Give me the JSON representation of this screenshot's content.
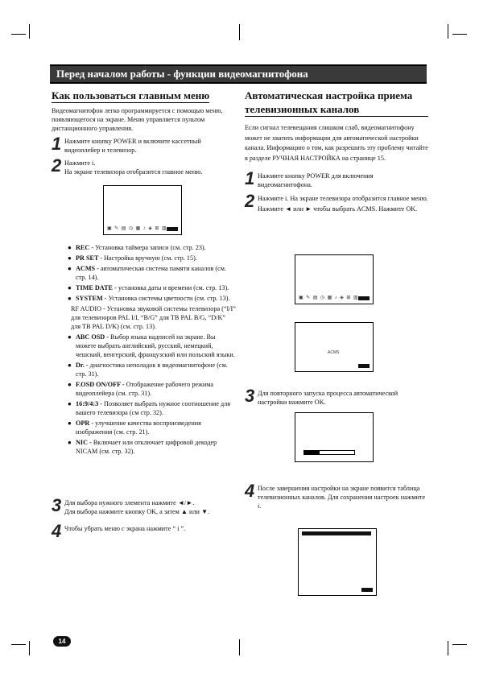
{
  "header": {
    "title": "Перед началом работы - функции видеомагнитофона"
  },
  "left": {
    "heading": "Как пользоваться главным меню",
    "intro": "Видеомагнитофон легко программируется с помощью меню, появляющегося на экране. Меню управляется пультом дистанционного управления.",
    "step1": "Нажмите кнопку POWER и включите кассетный видеоплейер и телевизор.",
    "step2a": "Нажмите i.",
    "step2b": "На экране телевизора отобразится главное меню.",
    "items": [
      {
        "k": "REC -",
        "v": "Установка таймера записи (см. стр. 23)."
      },
      {
        "k": "PR SET -",
        "v": "Настройка вручную (см. стр. 15)."
      },
      {
        "k": "ACMS -",
        "v": "автоматическая система памяти каналов (см. стр. 14)."
      },
      {
        "k": "TIME DATE -",
        "v": "установка даты и времени (см. стр. 13)."
      },
      {
        "k": "SYSTEM -",
        "v": "Установка системы цветности (см. стр. 13)."
      }
    ],
    "rf": "RF AUDIO - Установка звуковой системы телевизора (“I/I” для телевизоров PAL I/I, “B/G” для ТВ PAL B/G, “D/K” для ТВ PAL D/K) (см. стр. 13).",
    "items2": [
      {
        "k": "ABC OSD -",
        "v": "Выбор языка надписей на экране. Вы можете выбрать английский, русский, немецкий, чешский, венгерский, французский или польский языки."
      },
      {
        "k": "Dr. -",
        "v": "диагностика неполадок в видеомагнитофоне (см. стр. 31)."
      },
      {
        "k": "F.OSD ON/OFF -",
        "v": "Отображение рабочего режима видеоплейера (см. стр. 31)."
      },
      {
        "k": "16:9/4:3 -",
        "v": "Позволяет выбрать нужное соотношение для вашего телевизора (см стр. 32)."
      },
      {
        "k": "OPR -",
        "v": "улучшение качества воспроизведения изображения (см. стр. 21)."
      },
      {
        "k": "NIC -",
        "v": "Включает или отключает цифровой декодер NICAM (см. стр. 32)."
      }
    ],
    "step3a": "Для выбора нужного элемента нажмите ◄/►.",
    "step3b": "Для выбора нажмите кнопку OK, а затем ▲ или ▼.",
    "step4": "Чтобы убрать меню с экрана нажмите “ i ”."
  },
  "right": {
    "heading": "Автоматическая настройка приема телевизионных каналов",
    "intro": "Если сигнал телевещания слишком слаб, видеомагнитофону может не хватить информации для автоматической настройки канала. Информацию о том, как разрешить эту проблему читайте в разделе РУЧНАЯ НАСТРОЙКА на странице 15.",
    "step1": "Нажмите кнопку POWER для включения видеомагнитофона.",
    "step2": "Нажмите i. На экране телевизора отобразится главное меню. Нажмите ◄ или ► чтобы выбрать ACMS. Нажмите OK.",
    "acms": "ACMS",
    "step3": "Для повторного запуска процесса автоматической настройки нажмите OK.",
    "step4": "После завершения настройки на экране появится таблица телевизионных каналов. Для сохранения настроек нажмите i."
  },
  "nums": [
    "1",
    "2",
    "3",
    "4"
  ],
  "page": "14"
}
